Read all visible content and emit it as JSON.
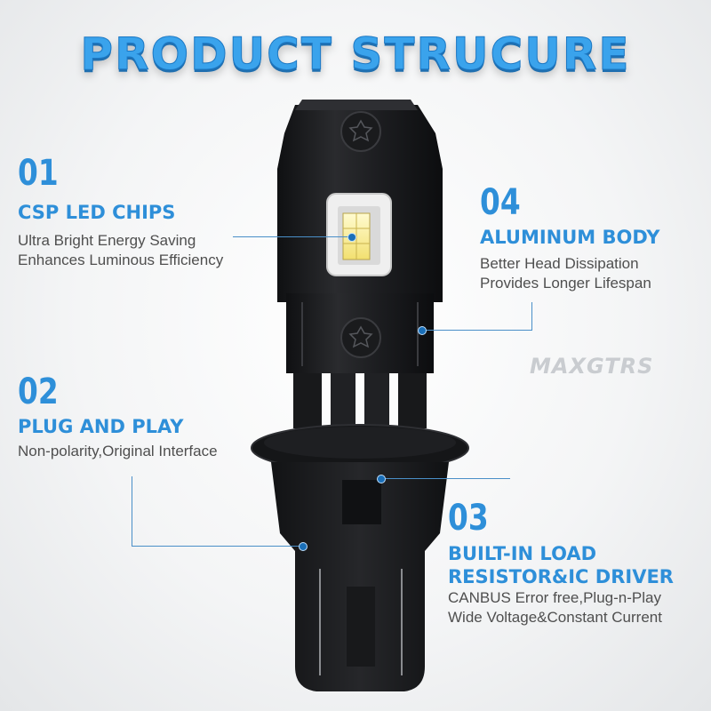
{
  "title": "PRODUCT STRUCURE",
  "brand": "MAXGTRS",
  "colors": {
    "accent": "#2e8fd9",
    "title": "#3aa3ec",
    "body": "#1b1b1d",
    "text": "#4f4f4f"
  },
  "features": [
    {
      "number": "01",
      "heading": "CSP LED CHIPS",
      "lines": [
        "Ultra Bright Energy Saving",
        "Enhances Luminous Efficiency"
      ]
    },
    {
      "number": "02",
      "heading": "PLUG AND PLAY",
      "lines": [
        "Non-polarity,Original Interface"
      ]
    },
    {
      "number": "03",
      "heading_lines": [
        "BUILT-IN LOAD",
        "RESISTOR&IC DRIVER"
      ],
      "lines": [
        "CANBUS Error free,Plug-n-Play",
        "Wide Voltage&Constant Current"
      ]
    },
    {
      "number": "04",
      "heading": "ALUMINUM BODY",
      "lines": [
        "Better Head Dissipation",
        "Provides Longer Lifespan"
      ]
    }
  ]
}
